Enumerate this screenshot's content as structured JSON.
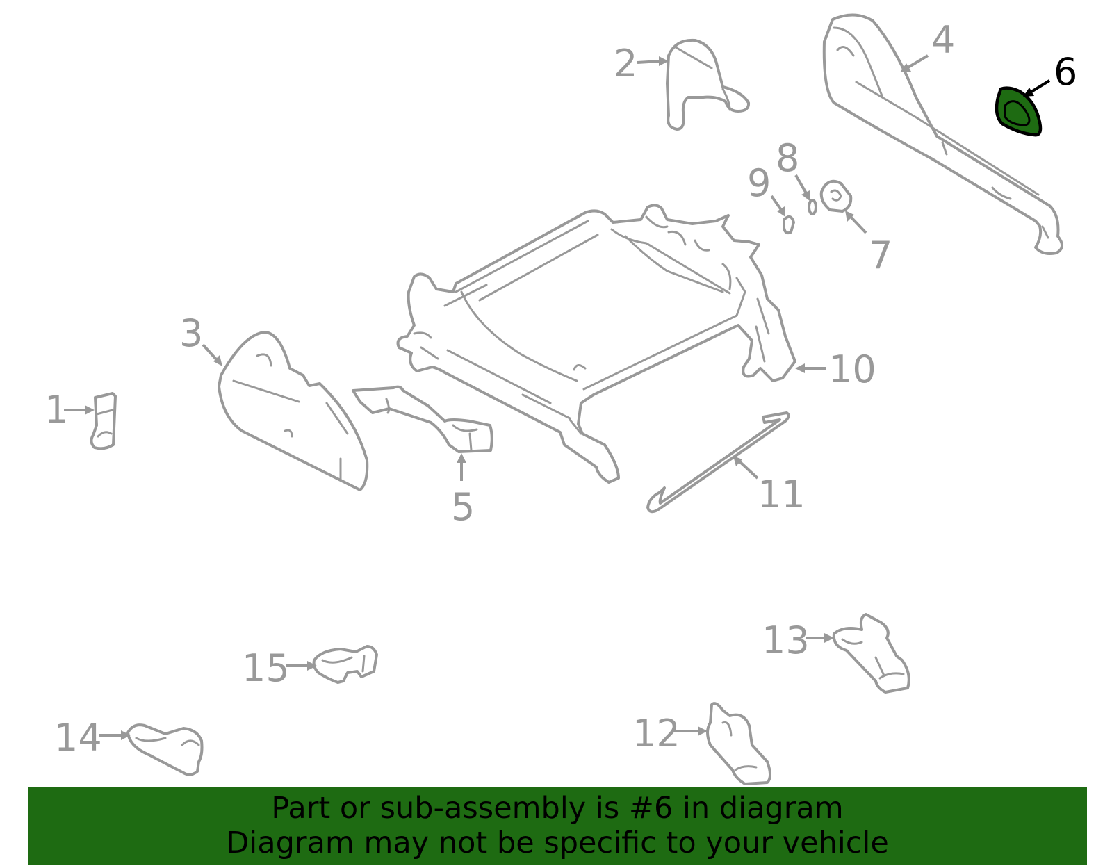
{
  "highlight_color": "#1e6b12",
  "part_color": "#999999",
  "highlighted_part": "6",
  "callouts": [
    "1",
    "2",
    "3",
    "4",
    "5",
    "6",
    "7",
    "8",
    "9",
    "10",
    "11",
    "12",
    "13",
    "14",
    "15"
  ],
  "banner": {
    "line1": "Part or sub-assembly is #6 in diagram",
    "line2": "Diagram may not be specific to your vehicle"
  }
}
